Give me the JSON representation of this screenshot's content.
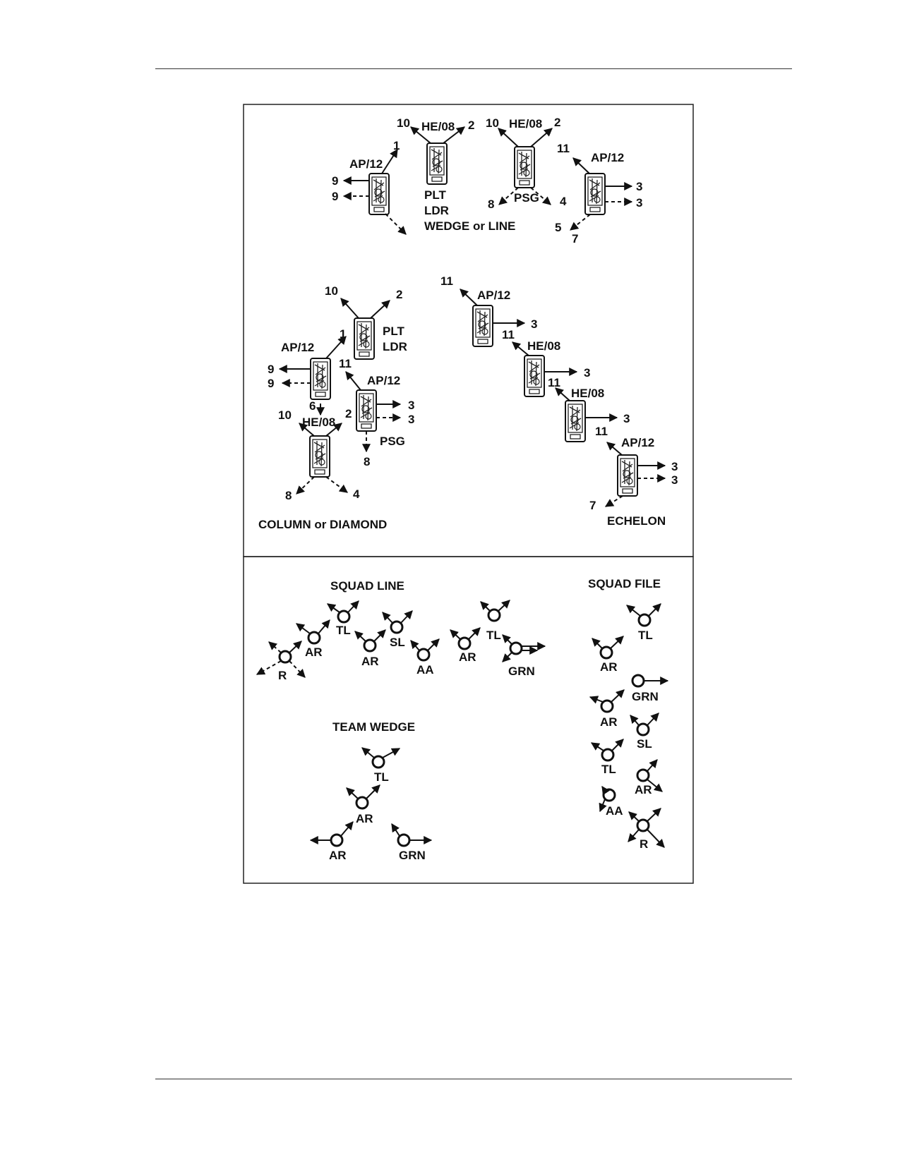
{
  "top_panel": {
    "wedge_or_line": {
      "caption": "WEDGE or LINE",
      "veh1": {
        "type": "AP/12",
        "n1": "1",
        "n9a": "9",
        "n9b": "9"
      },
      "veh2": {
        "type": "HE/08",
        "n10": "10",
        "n2": "2",
        "role1": "PLT",
        "role2": "LDR"
      },
      "veh3": {
        "type": "HE/08",
        "n10": "10",
        "n2": "2",
        "role": "PSG",
        "n8": "8",
        "n4": "4"
      },
      "veh4": {
        "type": "AP/12",
        "n11": "11",
        "n3a": "3",
        "n3b": "3",
        "n5": "5",
        "n7": "7"
      }
    },
    "column_or_diamond": {
      "caption": "COLUMN or DIAMOND",
      "lead": {
        "n10": "10",
        "n2": "2",
        "role1": "PLT",
        "role2": "LDR"
      },
      "left": {
        "type": "AP/12",
        "n1": "1",
        "n9a": "9",
        "n9b": "9",
        "n6": "6"
      },
      "right": {
        "type": "AP/12",
        "n11": "11",
        "n3a": "3",
        "n3b": "3",
        "role": "PSG",
        "n8": "8"
      },
      "rear": {
        "type": "HE/08",
        "n10": "10",
        "n2": "2",
        "n8": "8",
        "n4": "4"
      }
    },
    "echelon": {
      "caption": "ECHELON",
      "v1": {
        "type": "AP/12",
        "n11": "11",
        "n3": "3"
      },
      "v2": {
        "type": "HE/08",
        "n11": "11",
        "n3": "3"
      },
      "v3": {
        "type": "HE/08",
        "n11": "11",
        "n3": "3"
      },
      "v4": {
        "type": "AP/12",
        "n11": "11",
        "n3a": "3",
        "n3b": "3",
        "n7": "7"
      }
    }
  },
  "bottom_panel": {
    "squad_line": {
      "title": "SQUAD LINE",
      "members": [
        "R",
        "AR",
        "TL",
        "AR",
        "SL",
        "AA",
        "AR",
        "TL",
        "GRN"
      ]
    },
    "team_wedge": {
      "title": "TEAM WEDGE",
      "members": [
        "TL",
        "AR",
        "AR",
        "GRN"
      ]
    },
    "squad_file": {
      "title": "SQUAD FILE",
      "members": [
        "TL",
        "AR",
        "GRN",
        "AR",
        "SL",
        "TL",
        "AR",
        "AA",
        "R"
      ]
    }
  }
}
